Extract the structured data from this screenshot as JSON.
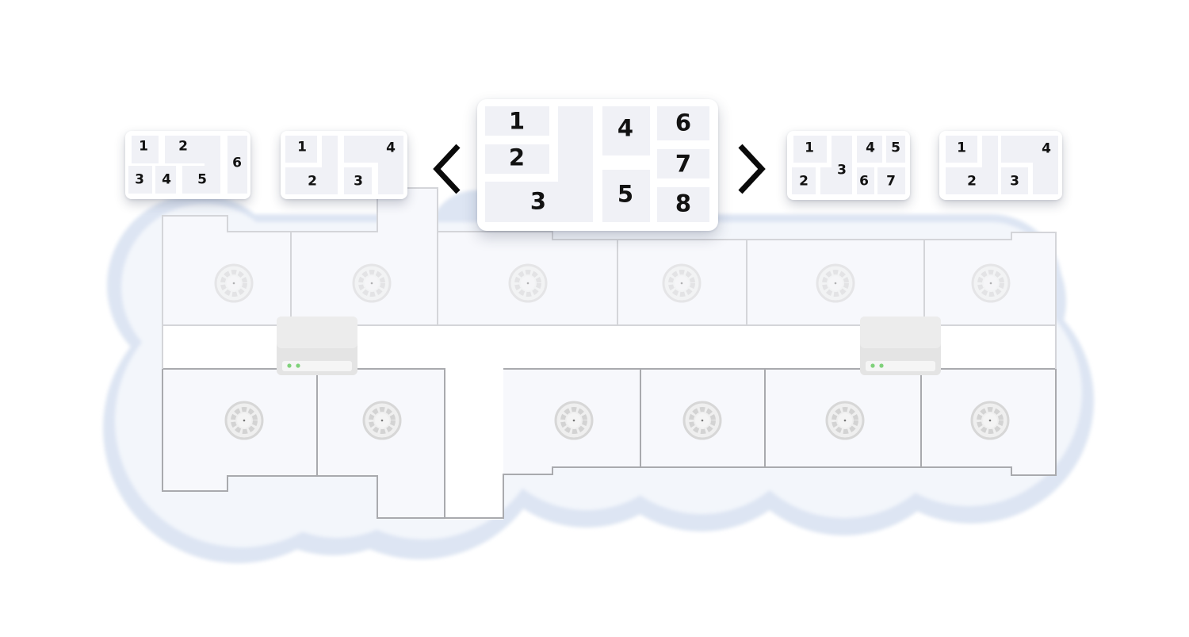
{
  "colors": {
    "cloud": "#dfe6f3",
    "floor_fill": "#f6f7fb",
    "wall": "#b8b9bd",
    "card_room": "#f0f1f6",
    "label": "#121212",
    "ap_body": "#e2e2e2",
    "ap_led": "#7fd17a",
    "fan": "#d9d9d9"
  },
  "layouts": [
    {
      "id": "layout-far-left",
      "labels": [
        "1",
        "2",
        "3",
        "4",
        "5",
        "6"
      ]
    },
    {
      "id": "layout-left",
      "labels": [
        "1",
        "2",
        "3",
        "4"
      ]
    },
    {
      "id": "layout-current",
      "labels": [
        "1",
        "2",
        "3",
        "4",
        "5",
        "6",
        "7",
        "8"
      ]
    },
    {
      "id": "layout-right",
      "labels": [
        "1",
        "2",
        "3",
        "4",
        "5",
        "6",
        "7"
      ]
    },
    {
      "id": "layout-far-right",
      "labels": [
        "1",
        "2",
        "3",
        "4"
      ]
    }
  ],
  "controls": {
    "prev_icon": "chevron-left-icon",
    "next_icon": "chevron-right-icon"
  },
  "floorplan": {
    "ceiling_fixture_icon": "ceiling-fan-icon",
    "access_point_icon": "router-icon"
  }
}
